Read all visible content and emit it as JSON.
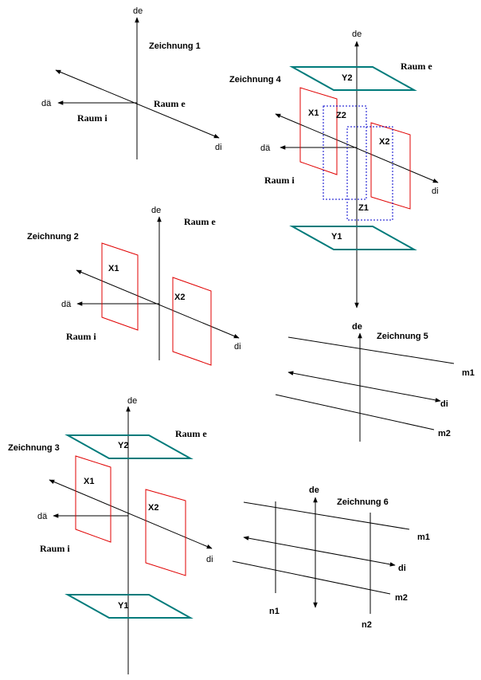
{
  "labels": {
    "de": "de",
    "dae": "dä",
    "di": "di",
    "raum_i": "Raum i",
    "raum_e": "Raum e",
    "x1": "X1",
    "x2": "X2",
    "y1": "Y1",
    "y2": "Y2",
    "z1": "Z1",
    "z2": "Z2",
    "m1": "m1",
    "m2": "m2",
    "n1": "n1",
    "n2": "n2"
  },
  "drawings": {
    "d1": "Zeichnung 1",
    "d2": "Zeichnung 2",
    "d3": "Zeichnung 3",
    "d4": "Zeichnung 4",
    "d5": "Zeichnung 5",
    "d6": "Zeichnung 6"
  },
  "colors": {
    "axes": "#000000",
    "subspace_x": "#e00000",
    "subspace_y": "#007b7b",
    "subspace_z": "#0000cc"
  }
}
